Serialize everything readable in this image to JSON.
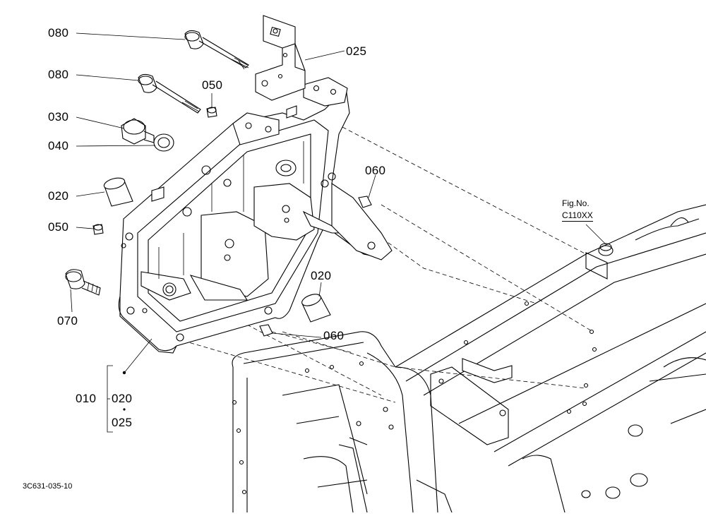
{
  "callouts": {
    "c080a": "080",
    "c025": "025",
    "c080b": "080",
    "c050a": "050",
    "c030": "030",
    "c040": "040",
    "c060a": "060",
    "c020a": "020",
    "c050b": "050",
    "c020b": "020",
    "c070": "070",
    "c060b": "060"
  },
  "assembly": {
    "parent": "010",
    "child_top": "020",
    "child_bottom": "025"
  },
  "figure_ref": {
    "line1": "Fig.No.",
    "line2": "C110XX"
  },
  "drawing_code": "3C631-035-10"
}
